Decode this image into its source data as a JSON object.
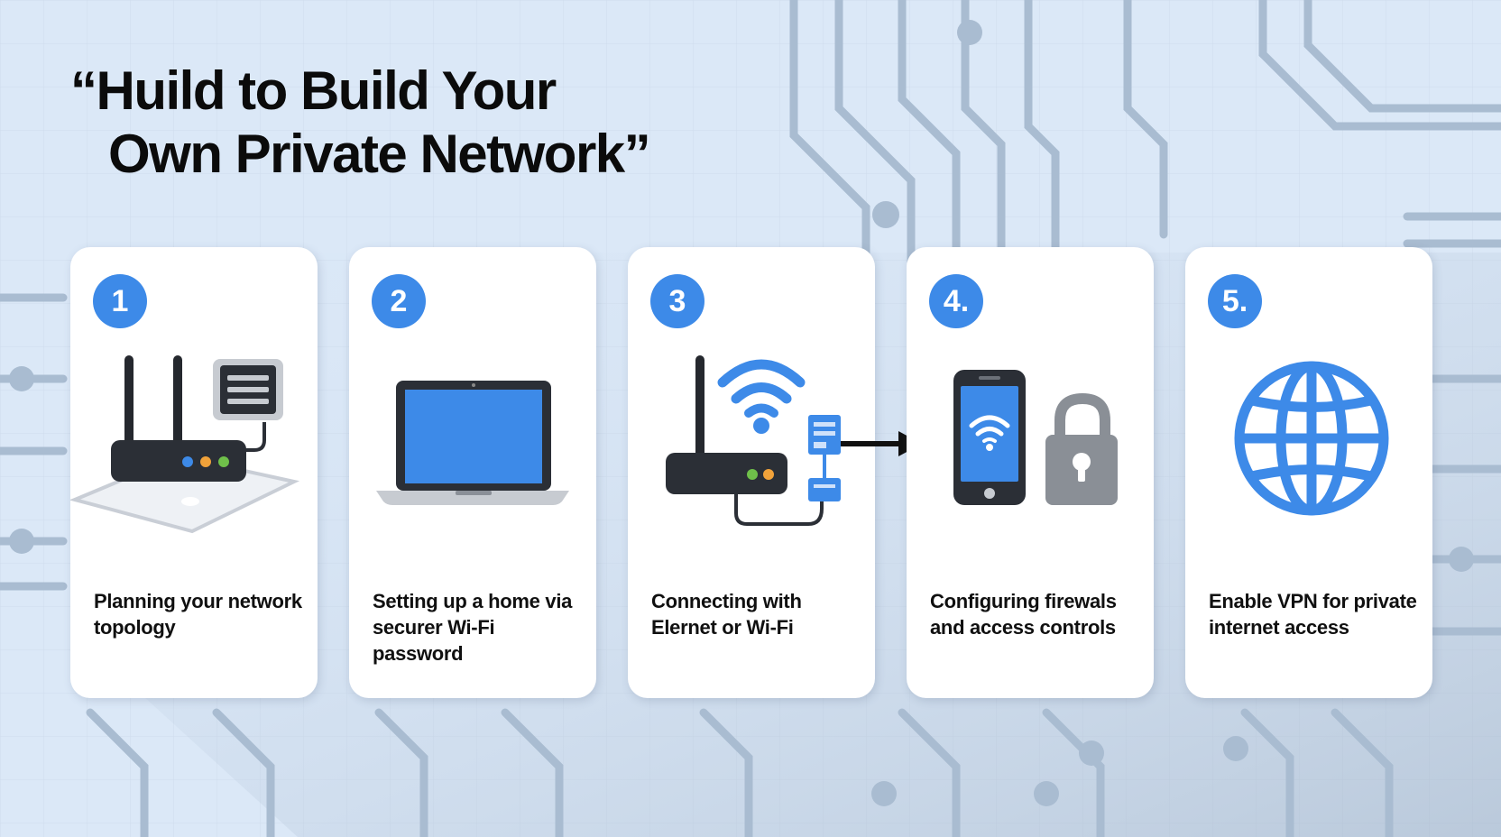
{
  "title": {
    "line1": "“Huild to Build Your",
    "line2": "Own Private Network”"
  },
  "colors": {
    "background": "#dbe8f7",
    "accent_blue": "#3d8ae8",
    "device_dark": "#2b2f36",
    "lock_gray": "#8a8f96"
  },
  "steps": [
    {
      "number": "1",
      "label": "Planning your network topology",
      "icon": "router-icon"
    },
    {
      "number": "2",
      "label": "Setting up a home via securer Wi-Fi password",
      "icon": "laptop-icon"
    },
    {
      "number": "3",
      "label": "Connecting with Elernet or Wi-Fi",
      "icon": "router-wifi-icon"
    },
    {
      "number": "4.",
      "label": "Configuring firewals and access controls",
      "icon": "phone-lock-icon"
    },
    {
      "number": "5.",
      "label": "Enable VPN for private internet access",
      "icon": "globe-icon"
    }
  ]
}
